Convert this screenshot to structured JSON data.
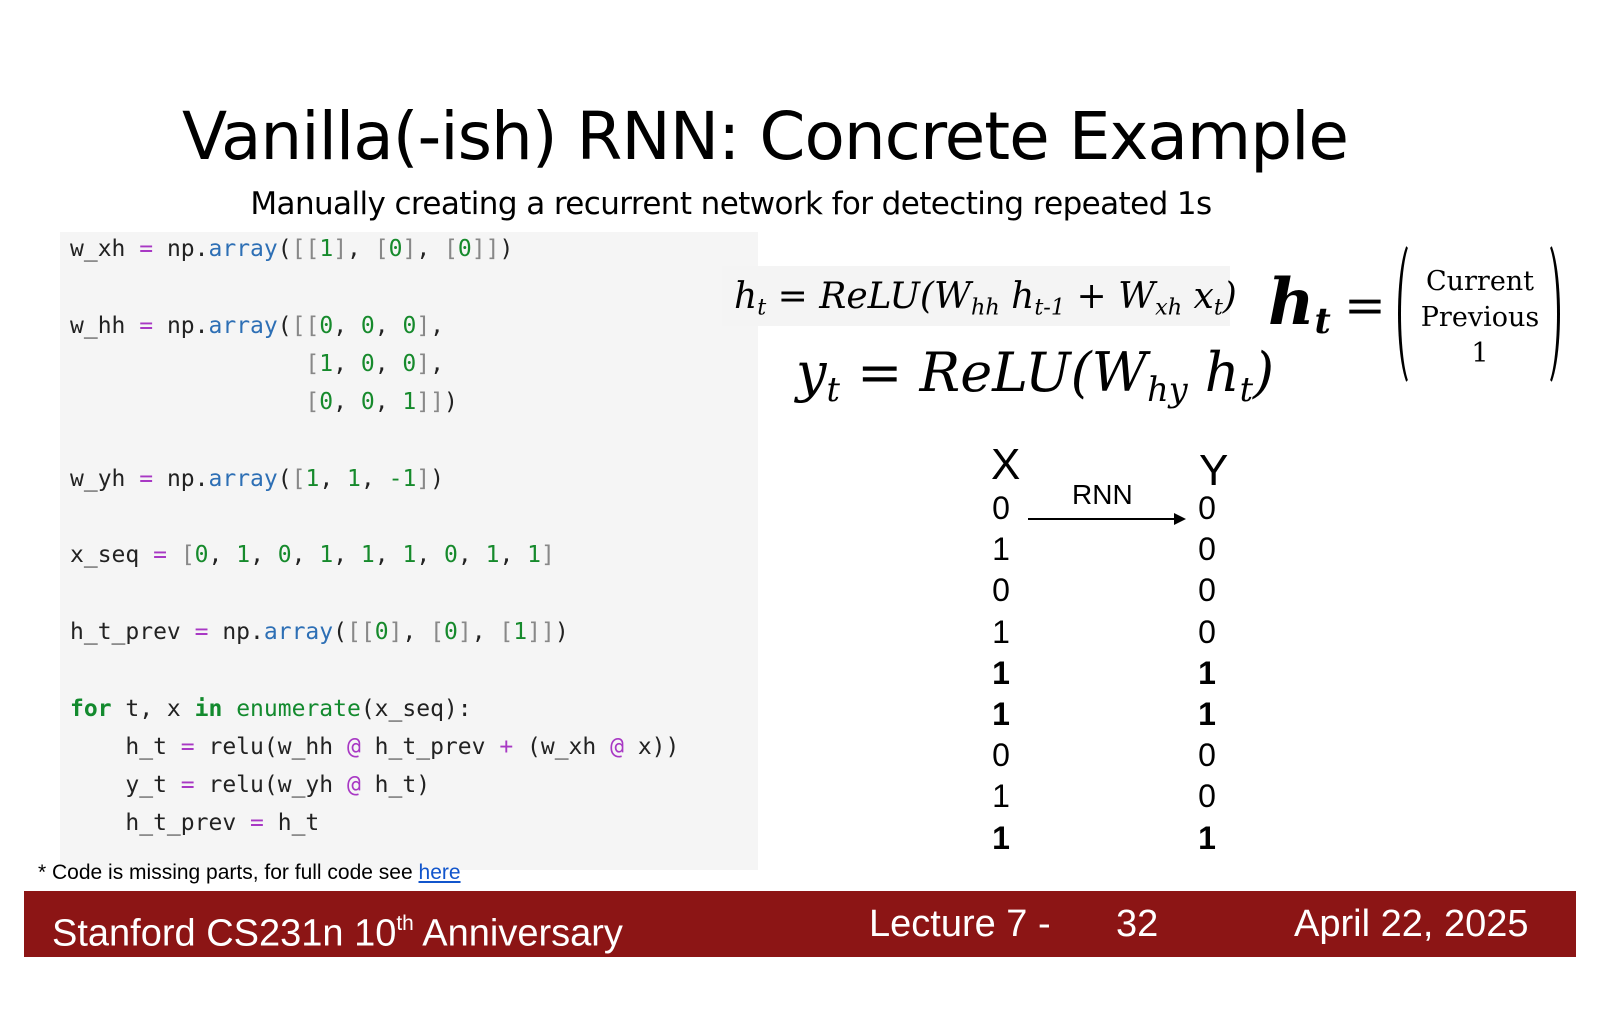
{
  "slide": {
    "title": "Vanilla(-ish) RNN: Concrete Example",
    "subtitle": "Manually creating a recurrent network for detecting repeated 1s"
  },
  "code": {
    "lines": [
      "w_xh = np.array([[1], [0], [0]])",
      "w_hh = np.array([[0, 0, 0],",
      "                 [1, 0, 0],",
      "                 [0, 0, 1]])",
      "w_yh = np.array([1, 1, -1])",
      "x_seq = [0, 1, 0, 1, 1, 1, 0, 1, 1]",
      "h_t_prev = np.array([[0], [0], [1]])",
      "for t, x in enumerate(x_seq):",
      "    h_t = relu(w_hh @ h_t_prev + (w_xh @ x))",
      "    y_t = relu(w_yh @ h_t)",
      "    h_t_prev = h_t"
    ]
  },
  "footnote": {
    "text": "* Code is missing parts, for full code see ",
    "link": "here"
  },
  "equations": {
    "hidden_update": "h_t = ReLU(W_hh h_t-1 + W_xh x_t)",
    "output": "y_t = ReLU(W_hy h_t)",
    "state_lhs": "h_t",
    "equals": "=",
    "state_vector": [
      "Current",
      "Previous",
      "1"
    ]
  },
  "sequence": {
    "x_header": "X",
    "y_header": "Y",
    "arrow_label": "RNN",
    "x_values": [
      "0",
      "1",
      "0",
      "1",
      "1",
      "1",
      "0",
      "1",
      "1"
    ],
    "y_values": [
      "0",
      "0",
      "0",
      "0",
      "1",
      "1",
      "0",
      "0",
      "1"
    ],
    "bold_rows": [
      false,
      false,
      false,
      false,
      true,
      true,
      false,
      false,
      true
    ]
  },
  "footer": {
    "course": "Stanford CS231n 10",
    "course_sup": "th",
    "course_tail": " Anniversary",
    "lecture": "Lecture 7 -",
    "page": "32",
    "date": "April 22, 2025"
  },
  "colors": {
    "footer_bg": "#8c1515",
    "code_bg": "#f5f5f5",
    "link": "#1155cc"
  }
}
